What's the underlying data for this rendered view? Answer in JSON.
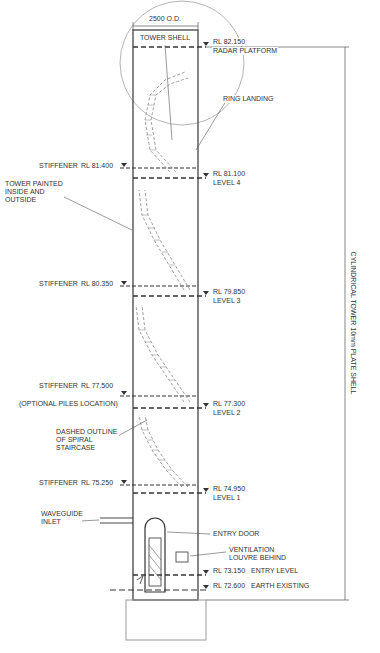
{
  "diagram": {
    "labels": [
      "2500 O.D.",
      "TOWER SHELL",
      "RL 82.150",
      "RADAR PLATFORM",
      "RING LANDING",
      "STIFFENER",
      "RL 81.400",
      "TOWER PAINTED INSIDE AND OUTSIDE",
      "RL 81.100",
      "LEVEL 4",
      "STIFFENER",
      "RL 80.350",
      "RL 79.850",
      "LEVEL 3",
      "STIFFENER",
      "(OPTIONAL PILES LOCATION)",
      "RL 77.500",
      "RL 77.300",
      "LEVEL 2",
      "DASHED OUTLINE OF SPIRAL STAIRCASE",
      "STIFFENER",
      "RL 75.250",
      "RL 74.950",
      "LEVEL 1",
      "WAVEGUIDE INLET",
      "ENTRY DOOR",
      "VENTILATION LOUVRE BEHIND",
      "RL 73.150",
      "ENTRY LEVEL",
      "RL 72.600",
      "EARTH EXISTING",
      "CYLINDRICAL TOWER 10mm PLATE SHELL"
    ]
  }
}
